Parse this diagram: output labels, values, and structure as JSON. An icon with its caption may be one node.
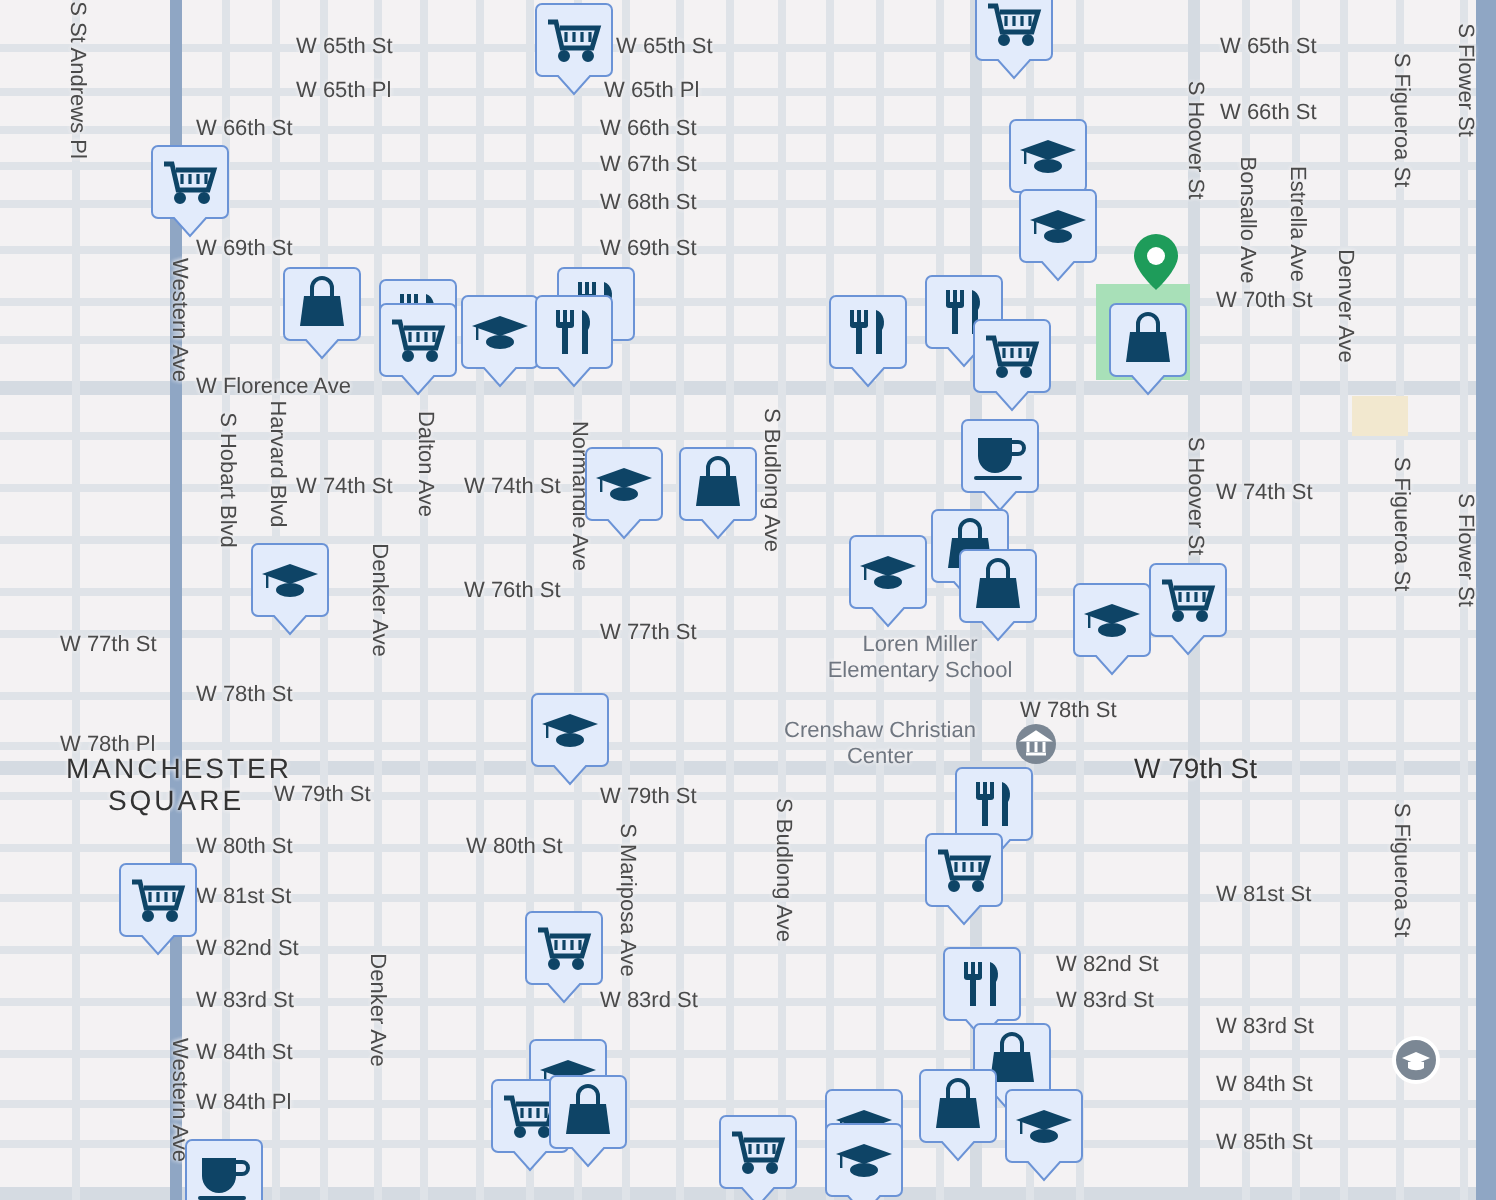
{
  "diagram": {
    "labels": [
      "S St Andrews Pl",
      "W 65th St",
      "W 65th St",
      "W 65th St",
      "W 65th Pl",
      "W 65th Pl",
      "W 66th St",
      "W 66th St",
      "W 66th St",
      "S Hoover St",
      "S Figueroa St",
      "S Flower St",
      "W 67th St",
      "W 68th St",
      "Bonsallo Ave",
      "Estrella Ave",
      "W 69th St",
      "W 69th St",
      "W 70th St",
      "Denver Ave",
      "W Florence Ave",
      "S Hobart Blvd",
      "Harvard Blvd",
      "Dalton Ave",
      "Normandie Ave",
      "W 74th St",
      "W 74th St",
      "S Budlong Ave",
      "W 74th St",
      "S Hoover St",
      "S Figueroa St",
      "S Flower St",
      "Denker Ave",
      "W 76th St",
      "W 77th St",
      "W 77th St",
      "W 78th St",
      "W 78th St",
      "W 78th Pl",
      "W 79th St",
      "MANCHESTER SQUARE",
      "W 79th St",
      "W 79th St",
      "W 80th St",
      "W 80th St",
      "S Budlong Ave",
      "S Figueroa St",
      "W 81st St",
      "W 81st St",
      "S Mariposa Ave",
      "W 82nd St",
      "W 82nd St",
      "W 83rd St",
      "W 83rd St",
      "W 83rd St",
      "W 83rd St",
      "Denker Ave",
      "W 84th St",
      "W 84th St",
      "W 84th Pl",
      "Western Ave",
      "W 85th St",
      "Western Ave",
      "Loren Miller Elementary School",
      "Crenshaw Christian Center"
    ]
  }
}
